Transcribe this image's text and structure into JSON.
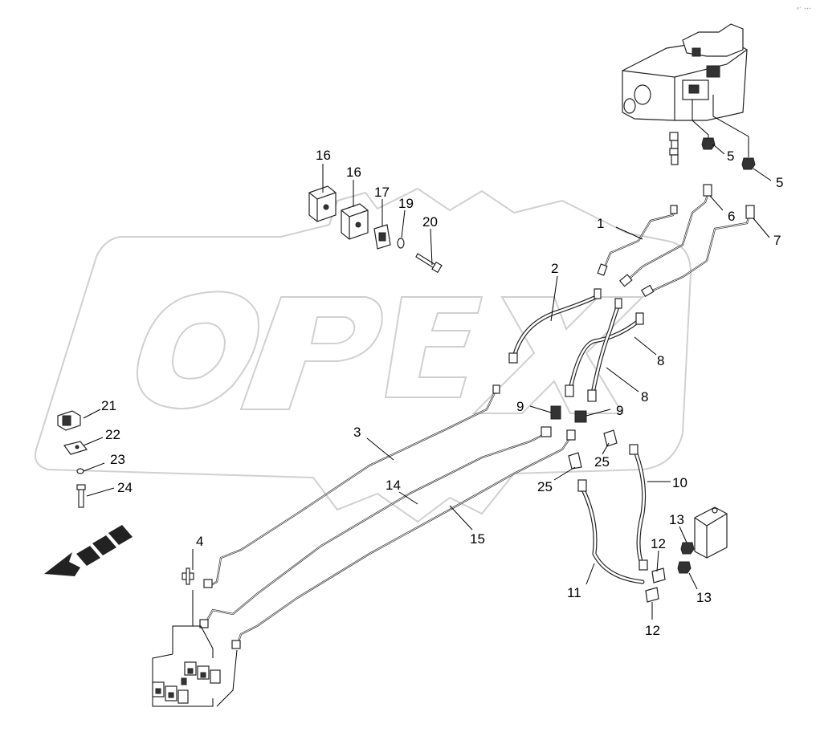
{
  "watermark": {
    "text": "OPEX"
  },
  "corner_mark": "e° ▪▪▪",
  "callouts": {
    "c1": "1",
    "c2": "2",
    "c3": "3",
    "c4": "4",
    "c5a": "5",
    "c5b": "5",
    "c6": "6",
    "c7": "7",
    "c8a": "8",
    "c8b": "8",
    "c9a": "9",
    "c9b": "9",
    "c10": "10",
    "c11": "11",
    "c12a": "12",
    "c12b": "12",
    "c13a": "13",
    "c13b": "13",
    "c14": "14",
    "c15": "15",
    "c16a": "16",
    "c16b": "16",
    "c17": "17",
    "c19": "19",
    "c20": "20",
    "c21": "21",
    "c22": "22",
    "c23": "23",
    "c24": "24",
    "c25a": "25",
    "c25b": "25"
  }
}
